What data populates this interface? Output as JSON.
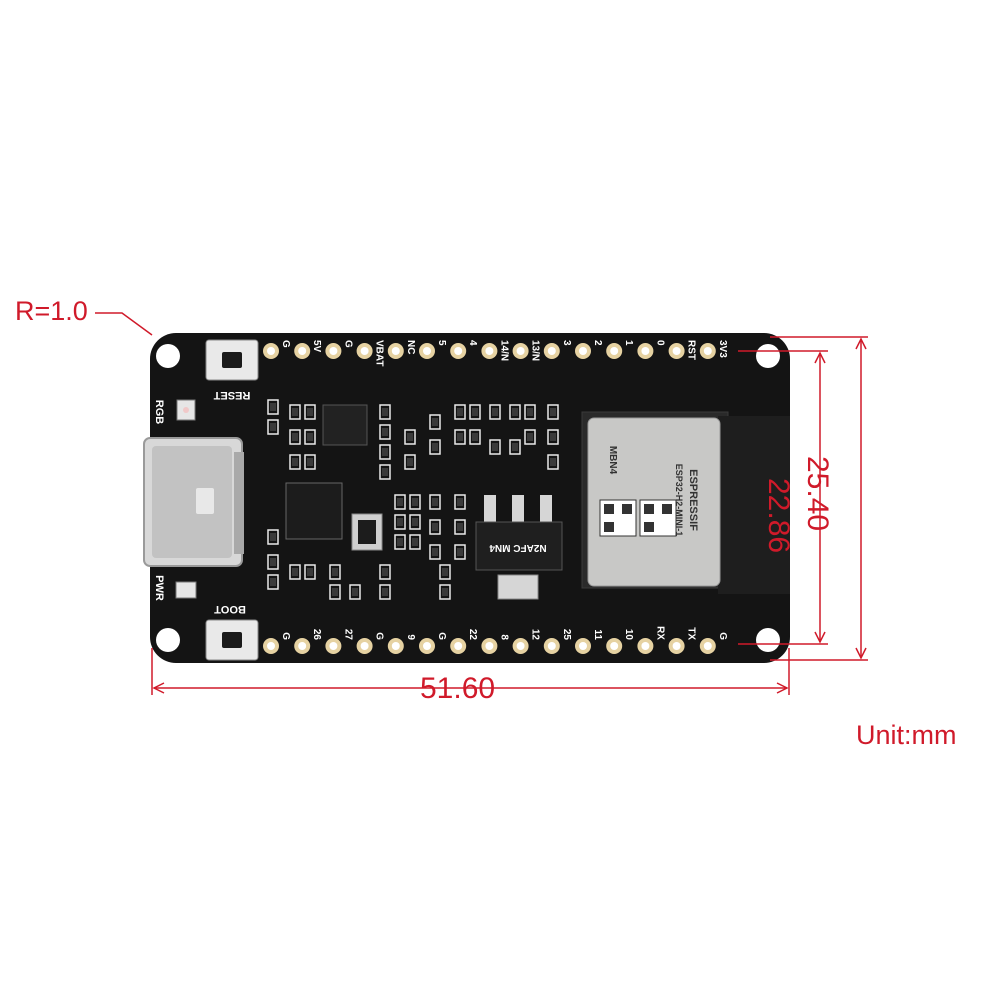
{
  "dimensions": {
    "radius": "R=1.0",
    "width": "51.60",
    "height_inner": "22.86",
    "height_outer": "25.40",
    "unit": "Unit:mm"
  },
  "board": {
    "top_pins": [
      "G",
      "5V",
      "G",
      "VBAT",
      "NC",
      "5",
      "4",
      "14/N",
      "13/N",
      "3",
      "2",
      "1",
      "0",
      "RST",
      "3V3"
    ],
    "bottom_pins": [
      "G",
      "26",
      "27",
      "G",
      "9",
      "G",
      "22",
      "8",
      "12",
      "25",
      "11",
      "10",
      "RX",
      "TX",
      "G"
    ],
    "labels": {
      "reset": "RESET",
      "boot": "BOOT",
      "rgb": "RGB",
      "pwr": "PWR"
    },
    "module": {
      "brand": "ESPRESSIF",
      "model": "ESP32-H2-MINI-1",
      "code": "MBN4"
    },
    "regulator_marking": "N2AFC MN4"
  },
  "colors": {
    "pcb": "#141414",
    "pad": "#e6d2a2",
    "dimension": "#d01a2a",
    "module_shield": "#c8c8c6"
  }
}
